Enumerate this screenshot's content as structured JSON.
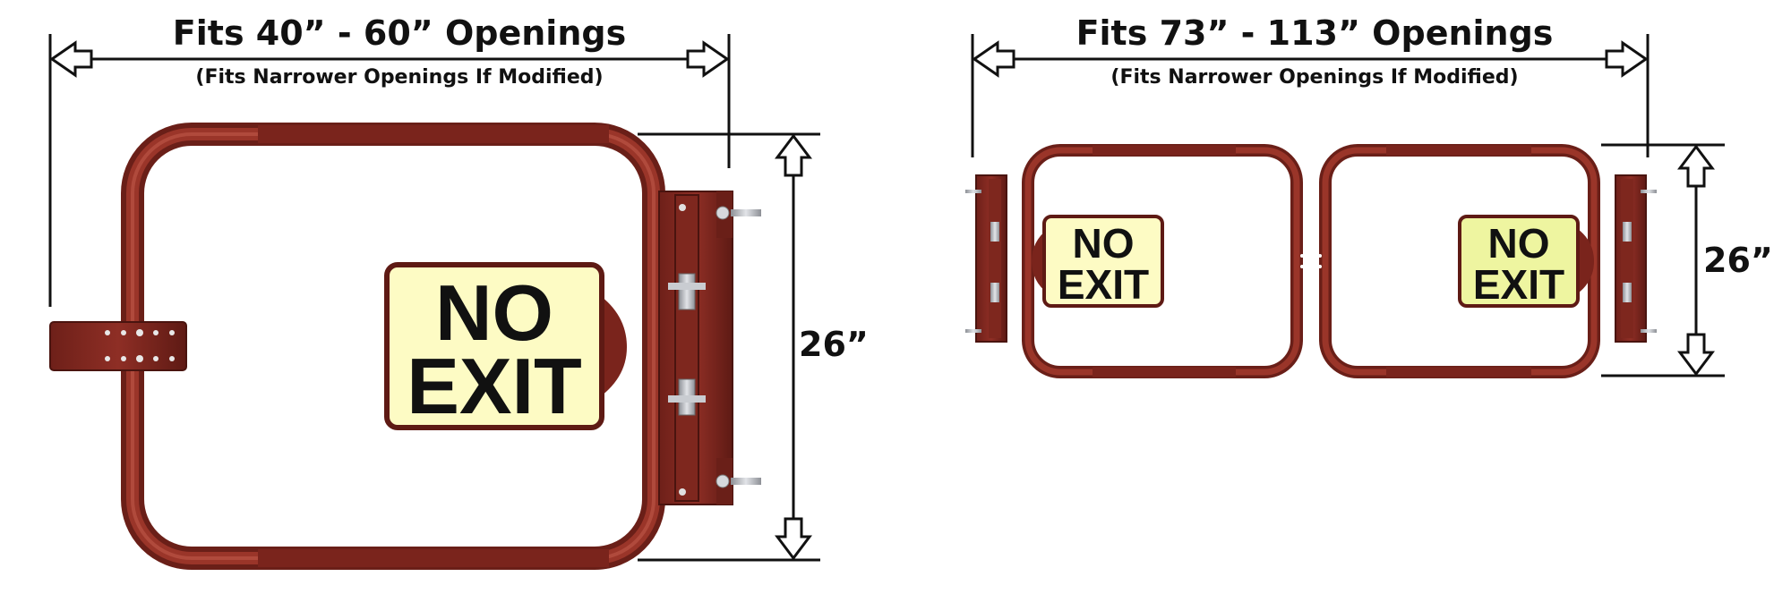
{
  "colors": {
    "gate": "#8a2a22",
    "gate_dark": "#5e1a14",
    "gate_light": "#a84236",
    "sign_fill_single": "#fdfbc4",
    "sign_fill_double": "#eef5a0",
    "hardware": "#b9bcc2",
    "line": "#111111"
  },
  "single_gate": {
    "width_title": "Fits 40” - 60” Openings",
    "width_subtitle": "(Fits Narrower Openings If Modified)",
    "height_label": "26”",
    "sign": {
      "line1": "NO",
      "line2": "EXIT"
    }
  },
  "double_gate": {
    "width_title": "Fits 73” - 113” Openings",
    "width_subtitle": "(Fits Narrower Openings If Modified)",
    "height_label": "26”",
    "left_sign": {
      "line1": "NO",
      "line2": "EXIT"
    },
    "right_sign": {
      "line1": "NO",
      "line2": "EXIT"
    }
  }
}
